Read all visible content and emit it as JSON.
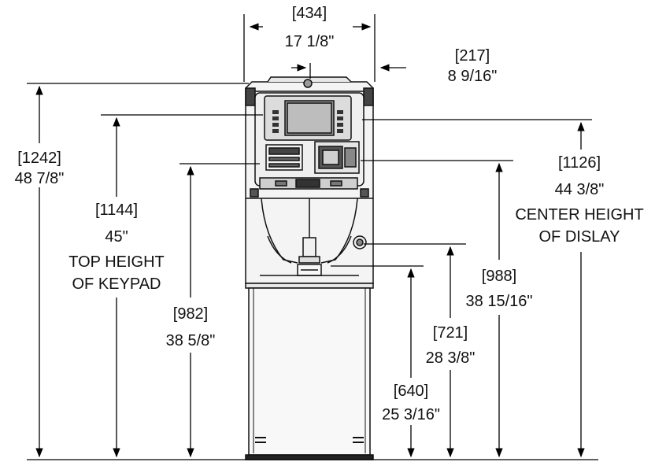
{
  "dimensions": {
    "width_mm": "[434]",
    "width_in": "17 1/8\"",
    "depth_mm": "[217]",
    "depth_in": "8 9/16\"",
    "overall_height_mm": "[1242]",
    "overall_height_in": "48 7/8\"",
    "keypad_top_mm": "[1144]",
    "keypad_top_in": "45\"",
    "keypad_caption_1": "TOP HEIGHT",
    "keypad_caption_2": "OF KEYPAD",
    "display_center_mm": "[1126]",
    "display_center_in": "44 3/8\"",
    "display_caption_1": "CENTER HEIGHT",
    "display_caption_2": "OF DISLAY",
    "h982_mm": "[982]",
    "h982_in": "38 5/8\"",
    "h988_mm": "[988]",
    "h988_in": "38 15/16\"",
    "h721_mm": "[721]",
    "h721_in": "28 3/8\"",
    "h640_mm": "[640]",
    "h640_in": "25 3/16\""
  }
}
